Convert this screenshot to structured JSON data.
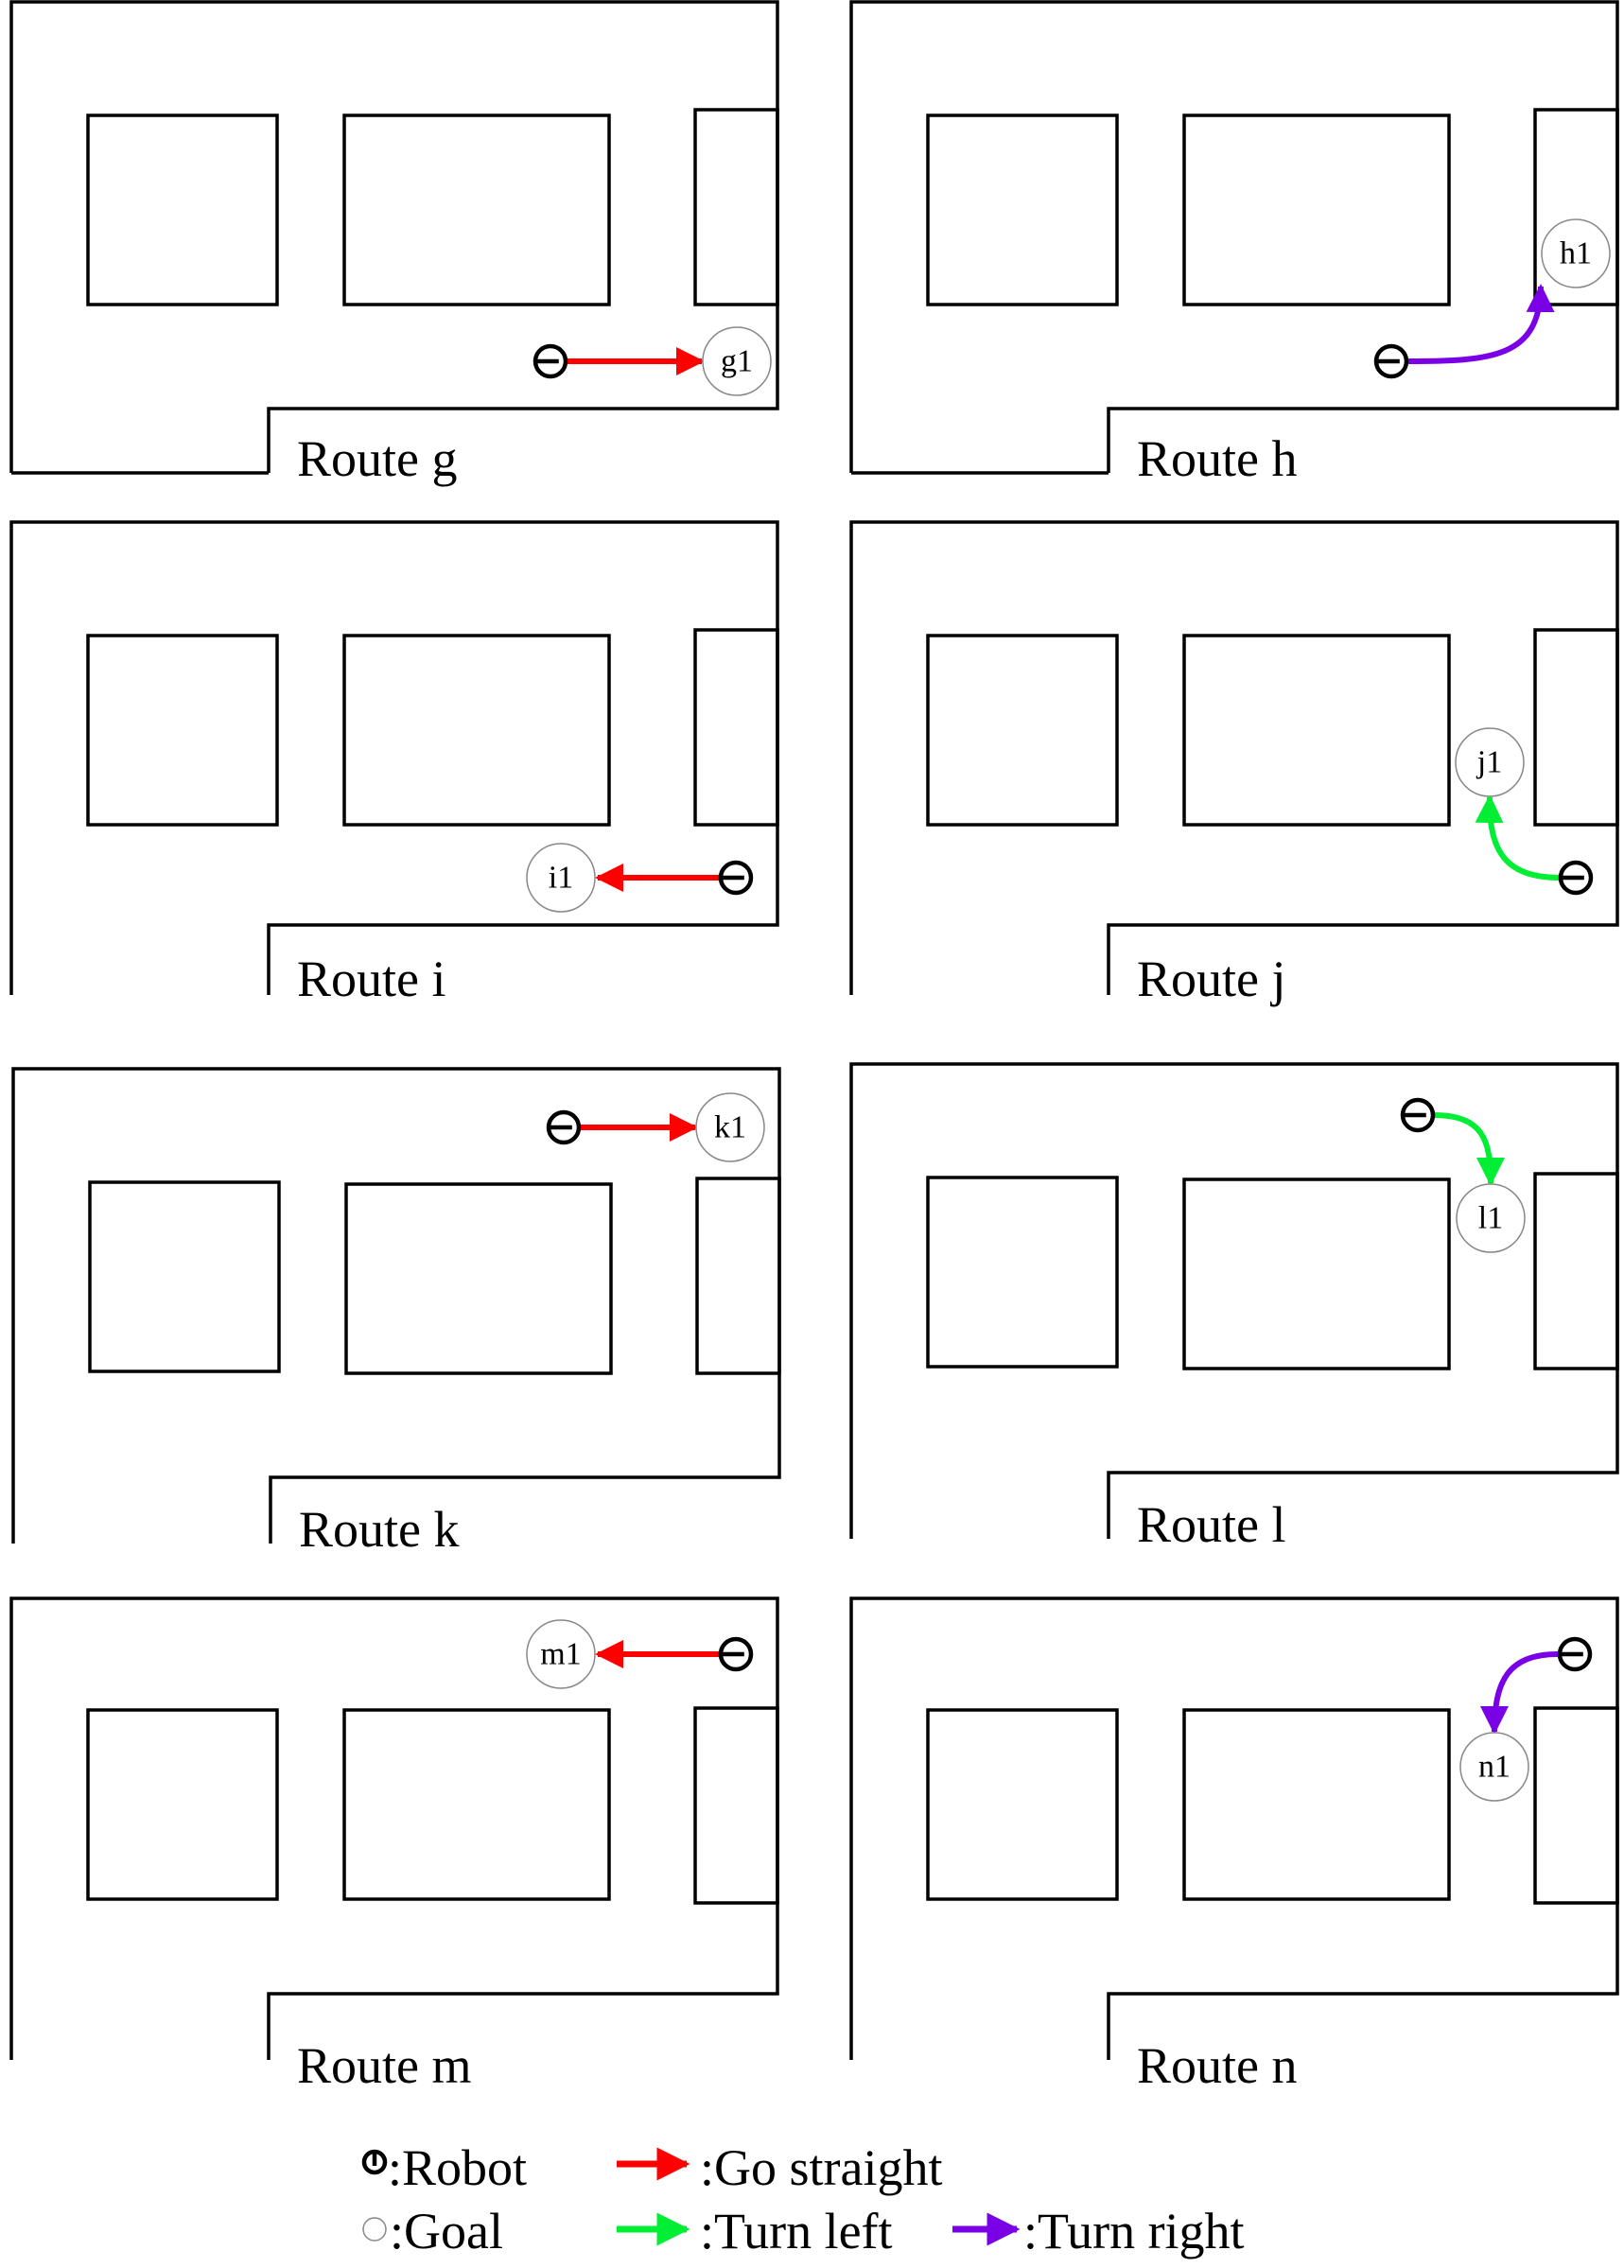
{
  "colors": {
    "go_straight": "#ff0000",
    "turn_left": "#00ee33",
    "turn_right": "#7a00e6"
  },
  "panels": [
    {
      "id": "g",
      "label": "Route g",
      "goal": "g1",
      "move": "go_straight"
    },
    {
      "id": "h",
      "label": "Route h",
      "goal": "h1",
      "move": "turn_right"
    },
    {
      "id": "i",
      "label": "Route i",
      "goal": "i1",
      "move": "go_straight"
    },
    {
      "id": "j",
      "label": "Route j",
      "goal": "j1",
      "move": "turn_left"
    },
    {
      "id": "k",
      "label": "Route k",
      "goal": "k1",
      "move": "go_straight"
    },
    {
      "id": "l",
      "label": "Route l",
      "goal": "l1",
      "move": "turn_left"
    },
    {
      "id": "m",
      "label": "Route m",
      "goal": "m1",
      "move": "go_straight"
    },
    {
      "id": "n",
      "label": "Route n",
      "goal": "n1",
      "move": "turn_right"
    }
  ],
  "legend": {
    "robot": ":Robot",
    "goal": ":Goal",
    "go_straight": ":Go straight",
    "turn_left": ":Turn left",
    "turn_right": ":Turn right"
  }
}
